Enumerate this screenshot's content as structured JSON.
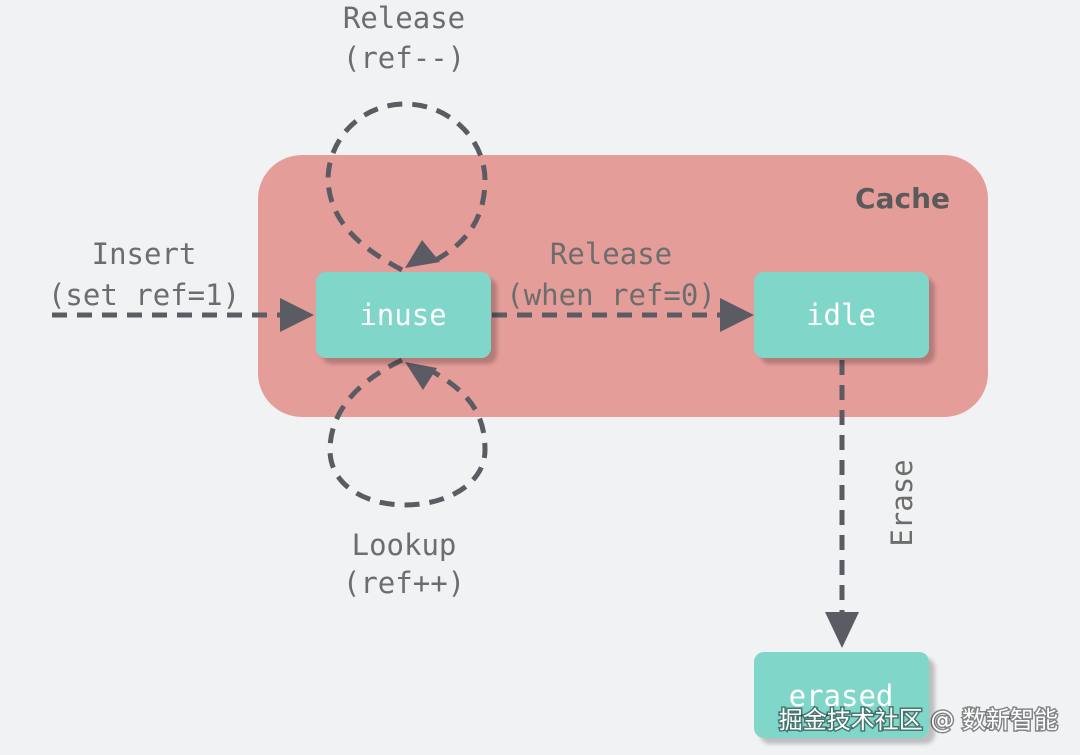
{
  "diagram": {
    "region": {
      "title": "Cache",
      "fill": "#e59d9a"
    },
    "nodes": {
      "inuse": {
        "label": "inuse",
        "fill": "#7fd6c9"
      },
      "idle": {
        "label": "idle",
        "fill": "#7fd6c9"
      },
      "erased": {
        "label": "erased",
        "fill": "#7fd6c9"
      }
    },
    "edges": {
      "release_self": {
        "line1": "Release",
        "line2": "(ref--)"
      },
      "insert": {
        "line1": "Insert",
        "line2": "(set ref=1)"
      },
      "release_idle": {
        "line1": "Release",
        "line2": "(when ref=0)"
      },
      "lookup": {
        "line1": "Lookup",
        "line2": "(ref++)"
      },
      "erase": {
        "line1": "Erase"
      }
    },
    "arrow_color": "#5b5b63"
  },
  "watermark": {
    "text": "掘金技术社区 @ 数新智能"
  }
}
